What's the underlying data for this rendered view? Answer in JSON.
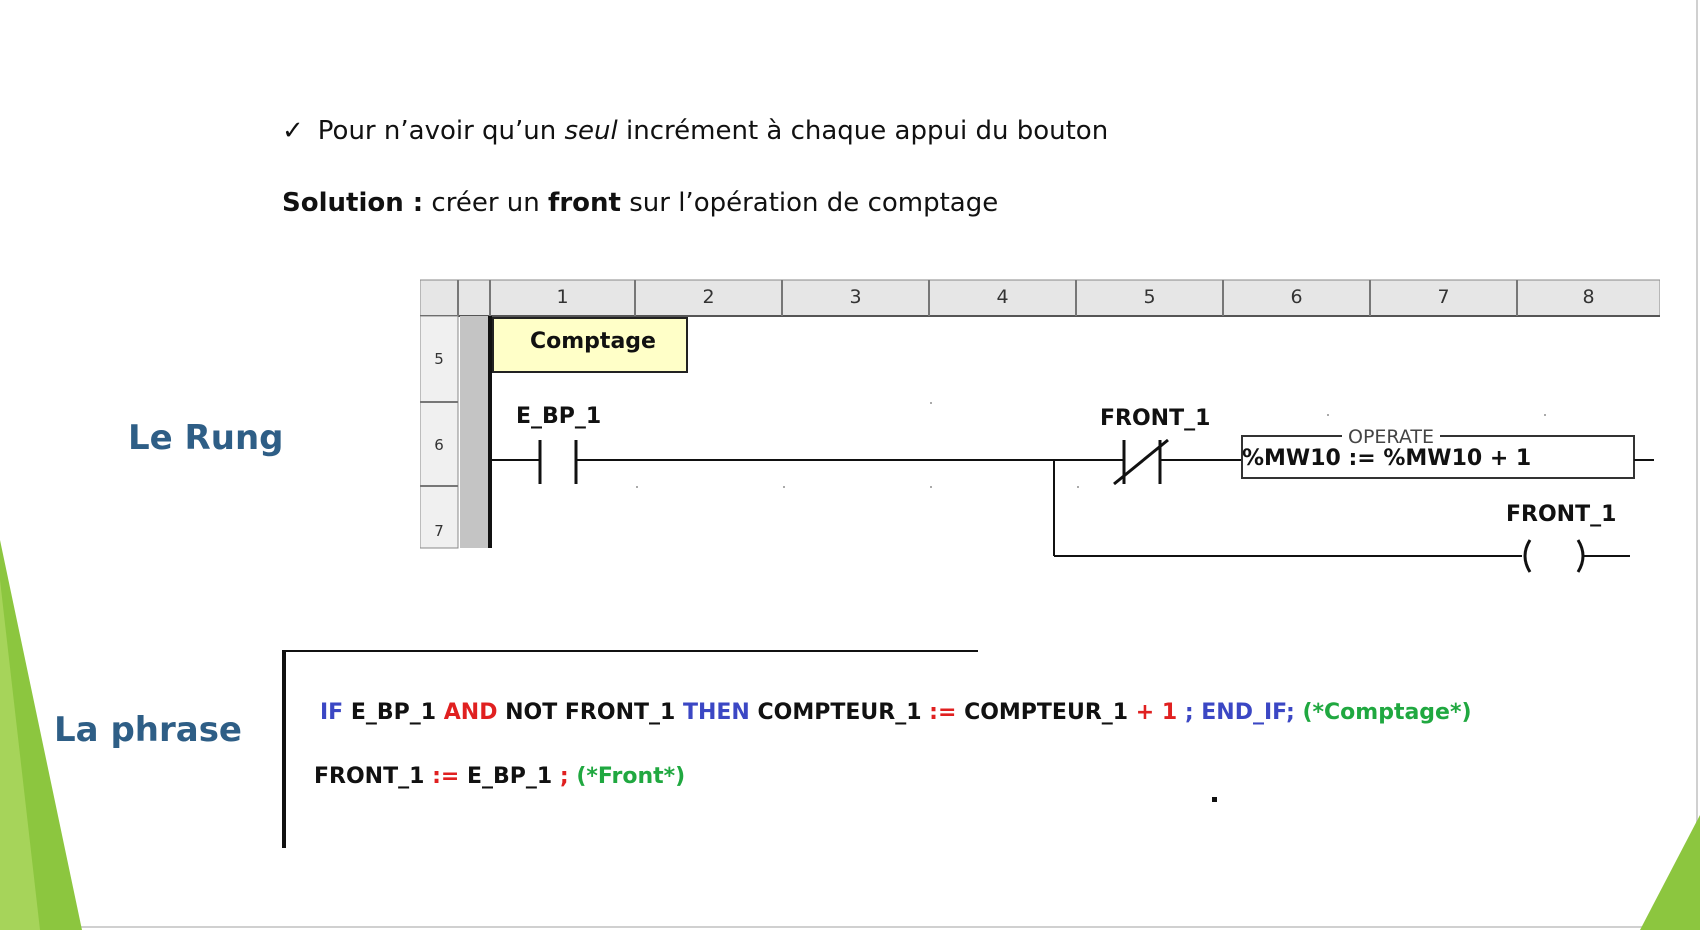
{
  "intro": {
    "bullet_icon": "check-icon",
    "check": "✓",
    "text_a": "Pour n’avoir qu’un ",
    "text_em": "seul",
    "text_b": " incrément à chaque appui du bouton"
  },
  "solution": {
    "label": "Solution :",
    "text_a": " créer un ",
    "text_strong": "front",
    "text_b": " sur l’opération de comptage"
  },
  "labels": {
    "rung": "Le Rung",
    "phrase": "La phrase"
  },
  "ladder": {
    "columns": [
      "1",
      "2",
      "3",
      "4",
      "5",
      "6",
      "7",
      "8"
    ],
    "rows": [
      "5",
      "6",
      "7"
    ],
    "comment": "Comptage",
    "contact_input": "E_BP_1",
    "contact_negated": "FRONT_1",
    "operate_caption": "OPERATE",
    "operate_expr": "%MW10 := %MW10 + 1",
    "coil": "FRONT_1"
  },
  "code": {
    "line1": {
      "t1": "IF",
      "t2": " E_BP_1 ",
      "t3": " AND",
      "t4": " NOT FRONT_1 ",
      "t5": "THEN",
      "t6": " COMPTEUR_1 ",
      "t7": ":=",
      "t8": " COMPTEUR_1 ",
      "t9": "+ 1",
      "t10": " ; END_IF;",
      "t11": " (*Comptage*)"
    },
    "line2": {
      "t1": "FRONT_1 ",
      "t2": ":=",
      "t3": " E_BP_1 ",
      "t4": ";",
      "t5": " (*Front*)"
    }
  },
  "colors": {
    "keyword": "#3b47c4",
    "operator": "#e02020",
    "comment": "#20a840",
    "side_label": "#2e5e86",
    "comment_box": "#ffffc8",
    "accent_green": "#8cc63f"
  }
}
